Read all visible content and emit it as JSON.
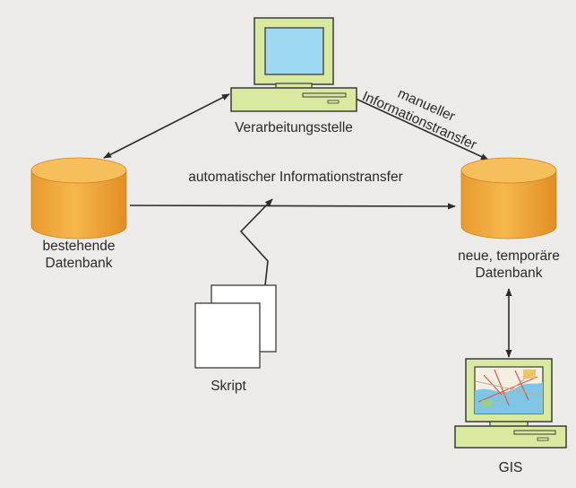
{
  "nodes": {
    "processing": {
      "label": "Verarbeitungsstelle"
    },
    "existing_db": {
      "label_line1": "bestehende",
      "label_line2": "Datenbank"
    },
    "new_db": {
      "label_line1": "neue, temporäre",
      "label_line2": "Datenbank"
    },
    "script": {
      "label": "Skript"
    },
    "gis": {
      "label": "GIS"
    }
  },
  "edges": {
    "automatic": {
      "label": "automatischer Informationstransfer"
    },
    "manual": {
      "label_line1": "manueller",
      "label_line2": "Informationstransfer"
    }
  },
  "colors": {
    "background": "#ecebe9",
    "computer_green": "#d9eaa0",
    "screen_blue": "#9fd8f3",
    "database_orange": "#f1a73c",
    "arrow": "#2b2b2b"
  },
  "icons": {
    "computer": "desktop-computer-icon",
    "database": "database-cylinder-icon",
    "document": "stacked-pages-icon",
    "map": "map-screen-icon"
  }
}
